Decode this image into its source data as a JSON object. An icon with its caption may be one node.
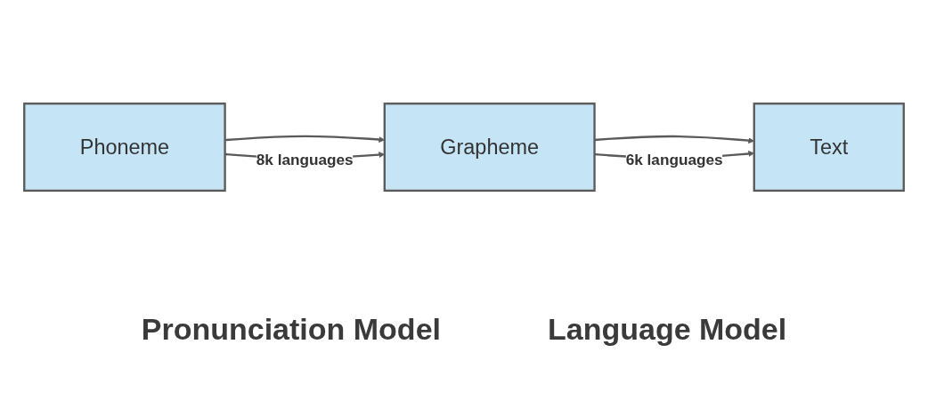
{
  "diagram": {
    "nodes": [
      {
        "text": [
          "Phoneme"
        ]
      },
      {
        "text": [
          "Grapheme"
        ]
      },
      {
        "text": [
          "Text"
        ]
      }
    ],
    "edges": [
      {
        "from": 0,
        "to": 1,
        "arrow": "to"
      },
      {
        "from": 1,
        "to": 2,
        "arrow": "to"
      },
      {
        "from": 0,
        "to": 1,
        "arrow": "to",
        "label": "8k languages"
      },
      {
        "from": 1,
        "to": 2,
        "arrow": "to",
        "label": "6k languages"
      }
    ],
    "labels": [
      "Pronunciation Model",
      "Language Model"
    ]
  }
}
